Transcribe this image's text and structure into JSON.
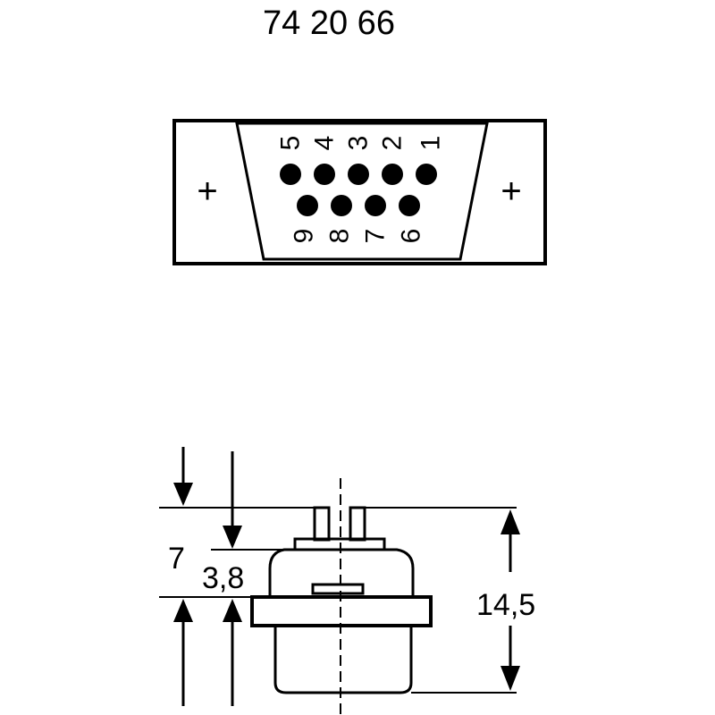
{
  "part_number": "74 20 66",
  "pins_top_row": [
    "5",
    "4",
    "3",
    "2",
    "1"
  ],
  "pins_bottom_row": [
    "9",
    "8",
    "7",
    "6"
  ],
  "mount_marks": [
    "+",
    "+"
  ],
  "dimensions": {
    "overall_height": "14,5",
    "flange_to_top": "7",
    "flange_to_shoulder": "3,8"
  },
  "colors": {
    "ink": "#000000",
    "paper": "#ffffff"
  }
}
